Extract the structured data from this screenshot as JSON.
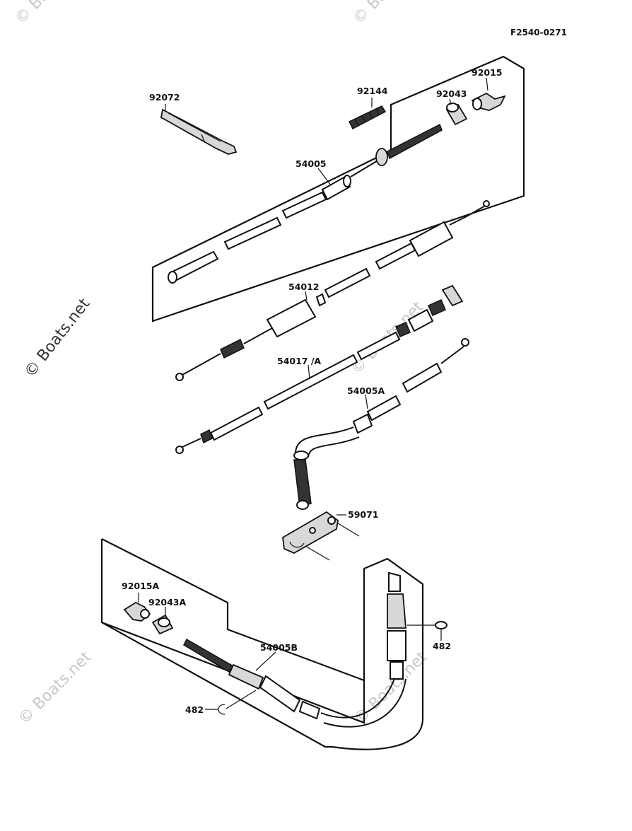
{
  "figure_code": "F2540-0271",
  "watermarks": {
    "side": "© Boats.net",
    "faint": "© Boats.net"
  },
  "parts": {
    "p92072": "92072",
    "p92144": "92144",
    "p92043": "92043",
    "p92015": "92015",
    "p54005": "54005",
    "p54012": "54012",
    "p54017A": "54017 /A",
    "p54005A": "54005A",
    "p59071": "59071",
    "p92015A": "92015A",
    "p92043A": "92043A",
    "p54005B": "54005B",
    "p482a": "482",
    "p482b": "482"
  }
}
